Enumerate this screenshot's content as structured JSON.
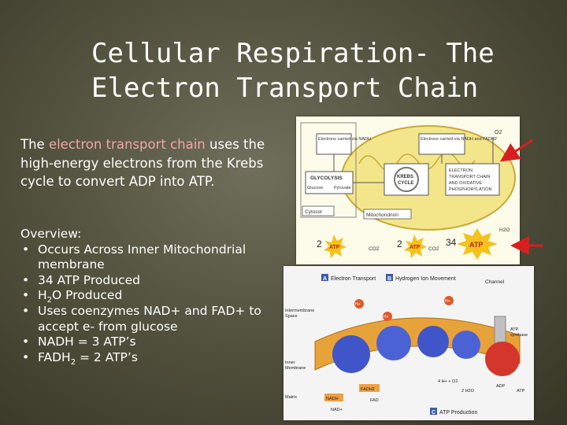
{
  "slide": {
    "title_line1": "Cellular Respiration- The",
    "title_line2": "Electron Transport Chain",
    "intro_prefix": "The ",
    "intro_highlight": "electron transport chain",
    "intro_suffix": " uses the high-energy electrons from the Krebs cycle to convert ADP into ATP.",
    "overview_heading": "Overview:",
    "bullets": {
      "b1": "Occurs Across Inner Mitochondrial membrane",
      "b2": "34 ATP Produced",
      "b3_pre": "H",
      "b3_sub": "2",
      "b3_post": "O Produced",
      "b4": "Uses coenzymes NAD+ and FAD+ to accept e- from glucose",
      "b5": "NADH = 3 ATP’s",
      "b6_pre": "FADH",
      "b6_sub": "2",
      "b6_post": " = 2 ATP’s",
      "bullet_char": "•"
    }
  },
  "figure_top": {
    "box_glycolysis_input": "Electrons carried via NADH",
    "box_krebs_input": "Electrons carried via NADH and FADH2",
    "o2": "O2",
    "glycolysis": "GLYCOLYSIS",
    "glucose": "Glucose",
    "pyruvate": "Pyruvate",
    "krebs_line1": "KREBS",
    "krebs_line2": "CYCLE",
    "etc_line1": "ELECTRON",
    "etc_line2": "TRANSPORT CHAIN",
    "etc_line3": "AND OXIDATIVE",
    "etc_line4": "PHOSPHORYLATION",
    "cytosol": "Cytosol",
    "mitochondrion": "Mitochondrion",
    "h2o": "H2O",
    "co2_a": "CO2",
    "co2_b": "CO2",
    "count_1": "2",
    "count_2": "2",
    "count_3": "34",
    "atp_1": "ATP",
    "atp_2": "ATP",
    "atp_3": "ATP",
    "colors": {
      "arrow": "#d81f1f",
      "mito": "#f3e58a",
      "atp_burst": "#f4c21a"
    }
  },
  "figure_bottom": {
    "section_a_badge": "A",
    "section_a": "Electron Transport",
    "section_b_badge": "B",
    "section_b": "Hydrogen Ion Movement",
    "section_c_badge": "C",
    "section_c": "ATP Production",
    "channel": "Channel",
    "intermembrane_line1": "Intermembrane",
    "intermembrane_line2": "Space",
    "inner_line1": "Inner",
    "inner_line2": "Membrane",
    "matrix": "Matrix",
    "atp_synthase_line1": "ATP",
    "atp_synthase_line2": "synthase",
    "nadh": "NADH",
    "nad": "NAD+",
    "fadh2": "FADH2",
    "fad": "FAD",
    "water": "2 H2O",
    "oxygen": "4 H+ + O2",
    "adp": "ADP",
    "atp": "ATP",
    "h_plus": "H+",
    "colors": {
      "membrane": "#e8a23a",
      "protein": "#3f55c8",
      "synthase": "#d4362c"
    }
  }
}
